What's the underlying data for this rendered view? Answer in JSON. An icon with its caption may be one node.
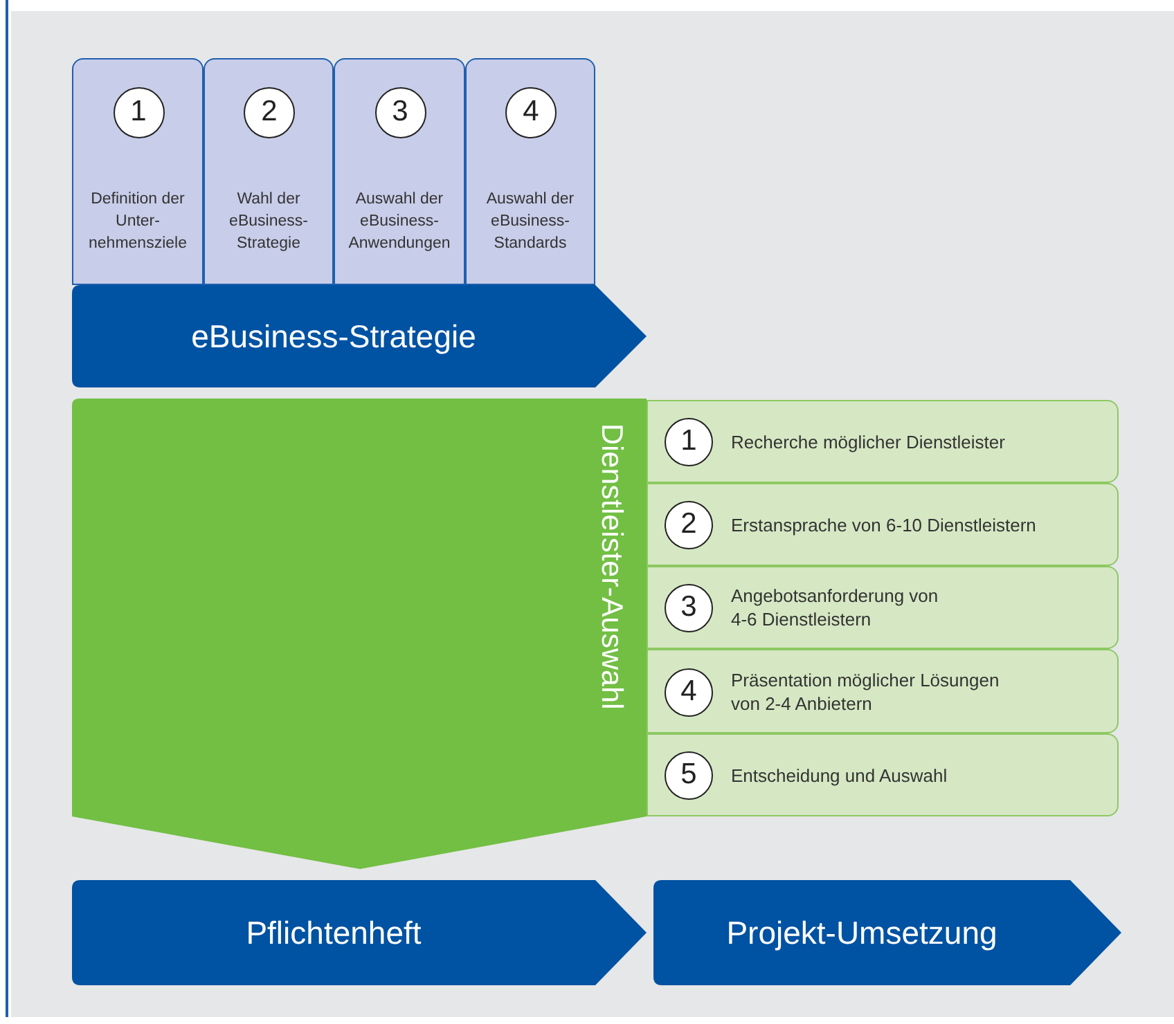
{
  "diagram": {
    "nodes": [
      {
        "text": [
          "eBusiness-Strategie"
        ]
      },
      {
        "text": [
          "1",
          "Definition der Unter- nehmensziele"
        ]
      },
      {
        "text": [
          "2",
          "Wahl der eBusiness- Strategie"
        ]
      },
      {
        "text": [
          "3",
          "Auswahl der eBusiness- Anwendungen"
        ]
      },
      {
        "text": [
          "4",
          "Auswahl der eBusiness- Standards"
        ]
      },
      {
        "text": [
          "Dienstleister-Auswahl"
        ]
      },
      {
        "text": [
          "1",
          "Recherche möglicher Dienstleister"
        ]
      },
      {
        "text": [
          "2",
          "Erstansprache von 6-10 Dienstleistern"
        ]
      },
      {
        "text": [
          "3",
          "Angebotsanforderung von 4-6 Dienstleistern"
        ]
      },
      {
        "text": [
          "4",
          "Präsentation möglicher Lösungen von 2-4 Anbietern"
        ]
      },
      {
        "text": [
          "5",
          "Entscheidung und Auswahl"
        ]
      },
      {
        "text": [
          "Pflichtenheft"
        ]
      },
      {
        "text": [
          "Projekt-Umsetzung"
        ]
      }
    ]
  }
}
